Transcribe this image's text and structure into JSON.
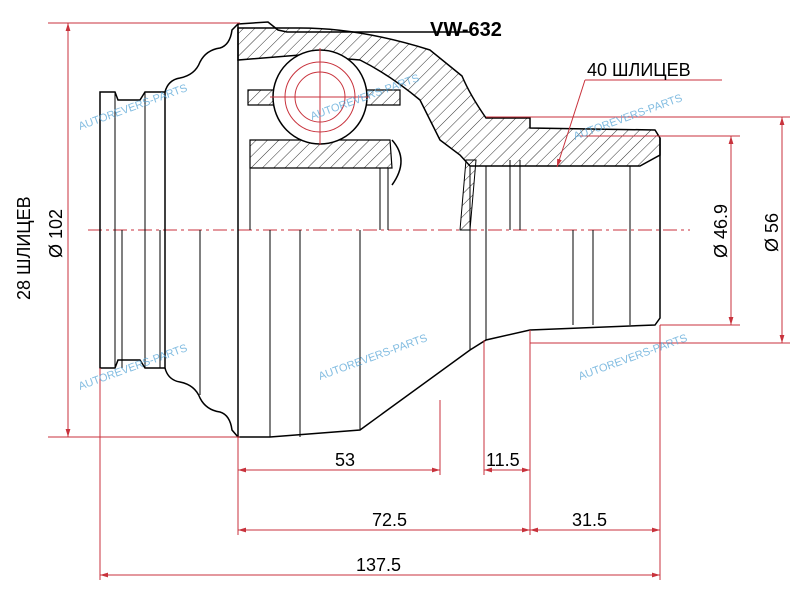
{
  "title": "VW-632",
  "callouts": {
    "outer_splines": "40 ШЛИЦЕВ",
    "inner_splines": "28 ШЛИЦЕВ",
    "outer_diameter": "Ø 102"
  },
  "dimensions": {
    "d_inner_shaft": "Ø 46.9",
    "d_outer_shaft": "Ø 56",
    "len_53": "53",
    "len_11_5": "11.5",
    "len_72_5": "72.5",
    "len_31_5": "31.5",
    "len_total": "137.5"
  },
  "watermark": "AUTOREVERS-PARTS",
  "colors": {
    "dimension": "#c8323c",
    "watermark": "#5aa7d8"
  }
}
